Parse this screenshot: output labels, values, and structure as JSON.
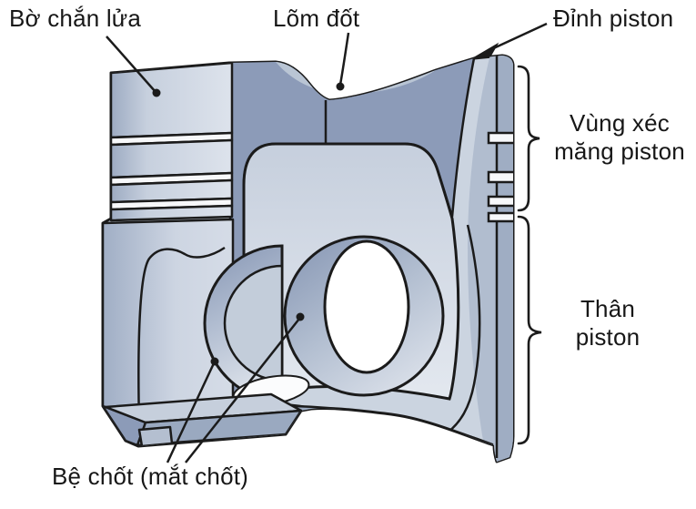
{
  "figure": {
    "kind": "piston-cutaway-diagram",
    "labels": {
      "fire_land": "Bờ chắn lửa",
      "combustion_bowl": "Lõm đốt",
      "piston_crown": "Đỉnh piston",
      "ring_zone": "Vùng xéc\nmăng piston",
      "piston_skirt": "Thân\npiston",
      "pin_boss": "Bệ chốt (mắt chốt)"
    },
    "colors": {
      "background": "#ffffff",
      "outline": "#1b1b1b",
      "body_light": "#cbd4e0",
      "body_mid": "#a9b6ca",
      "body_dark": "#8c9bb8",
      "groove_white": "#f7f8fa",
      "hole_white": "#ffffff",
      "text": "#171717"
    }
  }
}
